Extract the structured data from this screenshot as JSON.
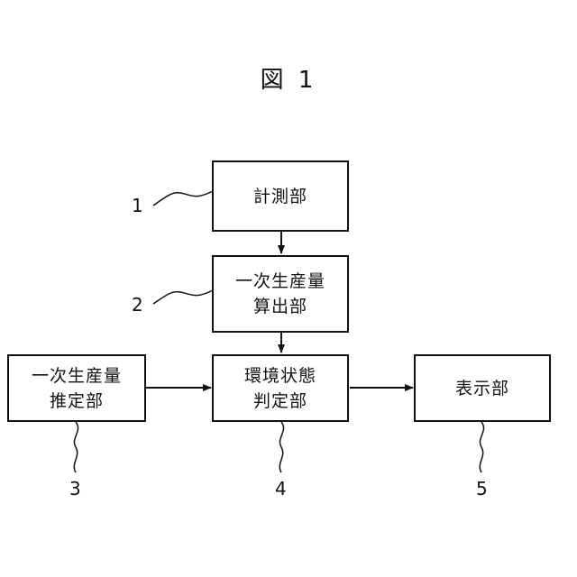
{
  "figure": {
    "title": "図 1"
  },
  "blocks": {
    "measurement": {
      "label": "計測部"
    },
    "primary_production_calc": {
      "line1": "一次生産量",
      "line2": "算出部"
    },
    "primary_production_estimate": {
      "line1": "一次生産量",
      "line2": "推定部"
    },
    "environment_judgment": {
      "line1": "環境状態",
      "line2": "判定部"
    },
    "display": {
      "label": "表示部"
    }
  },
  "refs": {
    "r1": "1",
    "r2": "2",
    "r3": "3",
    "r4": "4",
    "r5": "5"
  }
}
